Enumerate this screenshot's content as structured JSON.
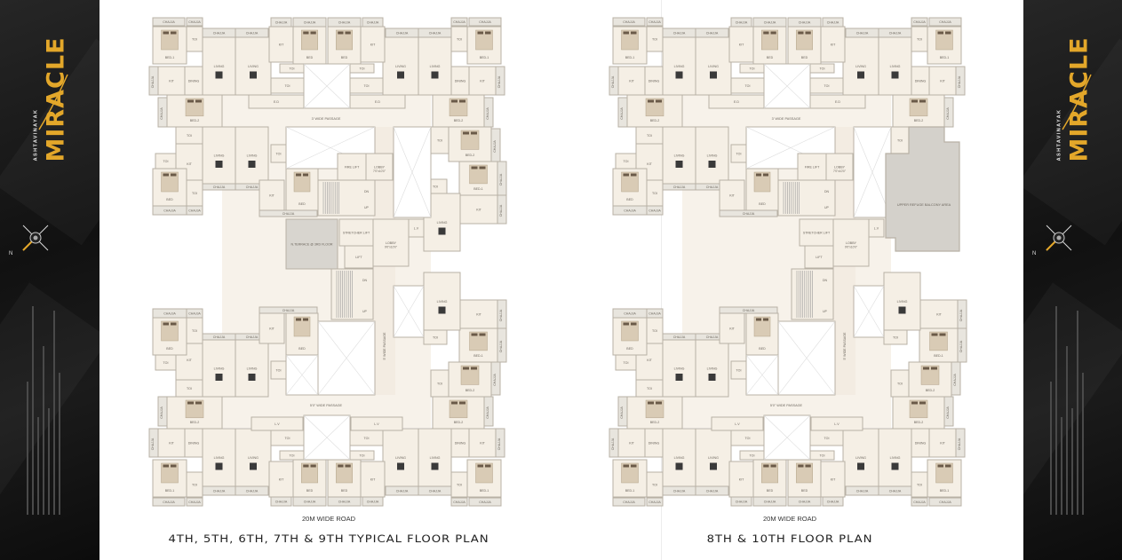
{
  "brand": {
    "name": "MIRACLE",
    "developer": "ASHTAVINAYAK",
    "north_label": "N"
  },
  "colors": {
    "gold": "#e3a72a",
    "room": "#f5efe5",
    "wall": "#b8b1a5",
    "chajja": "#e8e5de",
    "refuge": "#d4d1cb"
  },
  "labels": {
    "bed1": "BED-1",
    "bed2": "BED-2",
    "bed": "BED",
    "toi": "TOI",
    "kit": "KIT",
    "living": "LIVING",
    "dining": "DINING",
    "chajja": "CHAJJA",
    "ed": "E.D",
    "lv": "L.V",
    "fire_lift": "FIRE LIFT",
    "lift": "LIFT",
    "stretcher_lift": "STRETCHER LIFT",
    "lobby": "LOBBY",
    "terrace": "N.TERRACE @ 3RD FLOOR",
    "refuge": "UPPER REFUGE BALCONY AREA",
    "passage_3": "3' WIDE PASSAGE",
    "passage_5": "5'0\" WIDE PASSAGE",
    "passage_v": "5' WIDE PASSAGE",
    "up": "UP",
    "dn": "DN",
    "lobby_small_dim": "7'0\"x10'0\"",
    "lobby_main_dim": "9'0\"x10'0\""
  },
  "plans": [
    {
      "road": "20M WIDE ROAD",
      "title": "4TH, 5TH, 6TH, 7TH & 9TH TYPICAL FLOOR PLAN"
    },
    {
      "road": "20M WIDE ROAD",
      "title": "8TH & 10TH FLOOR PLAN"
    }
  ]
}
